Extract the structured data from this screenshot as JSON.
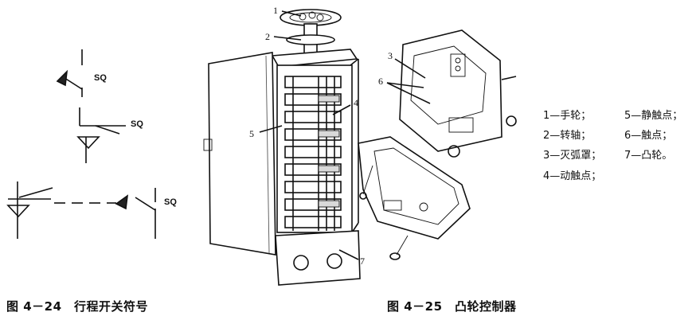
{
  "figure_left": {
    "symbol_label": "SQ",
    "caption": "图 4－24　行程开关符号"
  },
  "figure_right": {
    "caption": "图 4－25　凸轮控制器",
    "callouts": [
      "1",
      "2",
      "3",
      "4",
      "5",
      "6",
      "7"
    ]
  },
  "legend": {
    "items": [
      "1—手轮；",
      "5—静触点；",
      "2—转轴；",
      "6—触点；",
      "3—灭弧罩；",
      "7—凸轮。",
      "4—动触点；"
    ]
  }
}
